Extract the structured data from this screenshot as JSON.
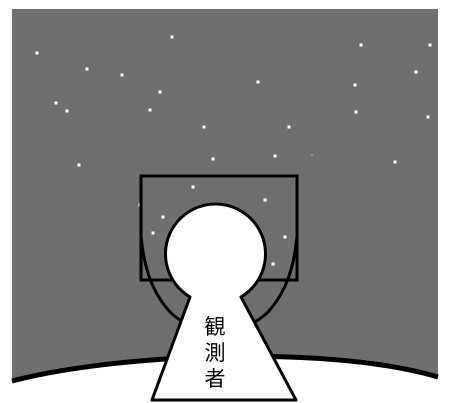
{
  "observer": {
    "label_chars": [
      "観",
      "測",
      "者"
    ]
  },
  "colors": {
    "sky": "#6f6f6f",
    "star": "#ffffff",
    "ground": "#ffffff",
    "outline": "#000000",
    "figure": "#ffffff"
  }
}
